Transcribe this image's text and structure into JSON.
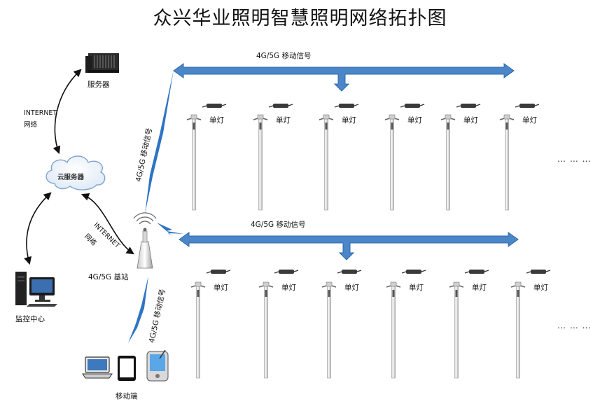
{
  "title": "众兴华业照明智慧照明网络拓扑图",
  "nodes": {
    "server": "服务器",
    "cloud": "云服务器",
    "monitor": "监控中心",
    "base_station": "4G/5G 基站",
    "mobile": "移动端"
  },
  "links": {
    "internet_top_1": "INTERNET",
    "internet_top_2": "网络",
    "internet_mid_1": "INTERNET",
    "internet_mid_2": "网络",
    "signal_top": "4G/5G 移动信号",
    "signal_mid": "4G/5G 移动信号",
    "signal_diag_up": "4G/5G 移动信号",
    "signal_diag_down": "4G/5G 移动信号"
  },
  "lamp_label": "单灯",
  "rows": [
    {
      "id": "row-1",
      "count": 6,
      "more": "… … …"
    },
    {
      "id": "row-2",
      "count": 6,
      "more": "… … …"
    }
  ],
  "colors": {
    "arrow_fill": "#4a86c8",
    "arrow_stroke": "#2f6aa8",
    "lightning": "#2e74c4",
    "pole_light": "#f2f2f2",
    "pole_dark": "#b9b9b9"
  }
}
